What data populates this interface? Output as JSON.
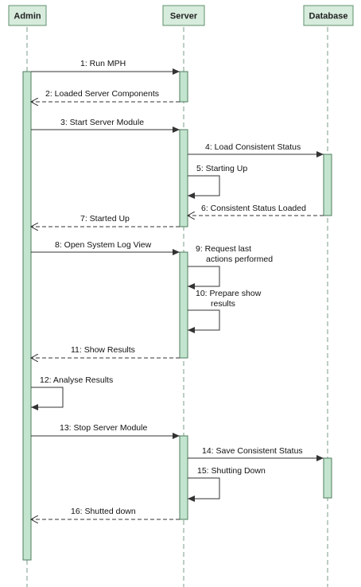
{
  "actors": [
    {
      "id": "admin",
      "name": "Admin"
    },
    {
      "id": "server",
      "name": "Server"
    },
    {
      "id": "database",
      "name": "Database"
    }
  ],
  "messages": [
    {
      "n": 1,
      "from": "admin",
      "to": "server",
      "kind": "call",
      "lines": [
        "1: Run MPH"
      ]
    },
    {
      "n": 2,
      "from": "server",
      "to": "admin",
      "kind": "return",
      "lines": [
        "2: Loaded Server Components"
      ]
    },
    {
      "n": 3,
      "from": "admin",
      "to": "server",
      "kind": "call",
      "lines": [
        "3: Start Server Module"
      ]
    },
    {
      "n": 4,
      "from": "server",
      "to": "database",
      "kind": "call",
      "lines": [
        "4: Load Consistent Status"
      ]
    },
    {
      "n": 5,
      "from": "server",
      "to": "server",
      "kind": "self",
      "lines": [
        "5: Starting Up"
      ]
    },
    {
      "n": 6,
      "from": "database",
      "to": "server",
      "kind": "return",
      "lines": [
        "6: Consistent Status Loaded"
      ]
    },
    {
      "n": 7,
      "from": "server",
      "to": "admin",
      "kind": "return",
      "lines": [
        "7: Started Up"
      ]
    },
    {
      "n": 8,
      "from": "admin",
      "to": "server",
      "kind": "call",
      "lines": [
        "8: Open System Log View"
      ]
    },
    {
      "n": 9,
      "from": "server",
      "to": "server",
      "kind": "self",
      "lines": [
        "9: Request last",
        "actions performed"
      ]
    },
    {
      "n": 10,
      "from": "server",
      "to": "server",
      "kind": "self",
      "lines": [
        "10: Prepare show",
        "results"
      ]
    },
    {
      "n": 11,
      "from": "server",
      "to": "admin",
      "kind": "return",
      "lines": [
        "11: Show Results"
      ]
    },
    {
      "n": 12,
      "from": "admin",
      "to": "admin",
      "kind": "self",
      "lines": [
        "12: Analyse Results"
      ]
    },
    {
      "n": 13,
      "from": "admin",
      "to": "server",
      "kind": "call",
      "lines": [
        "13: Stop Server Module"
      ]
    },
    {
      "n": 14,
      "from": "server",
      "to": "database",
      "kind": "call",
      "lines": [
        "14: Save Consistent Status"
      ]
    },
    {
      "n": 15,
      "from": "server",
      "to": "server",
      "kind": "self",
      "lines": [
        "15: Shutting Down"
      ]
    },
    {
      "n": 16,
      "from": "server",
      "to": "admin",
      "kind": "return",
      "lines": [
        "16: Shutted down"
      ]
    }
  ]
}
